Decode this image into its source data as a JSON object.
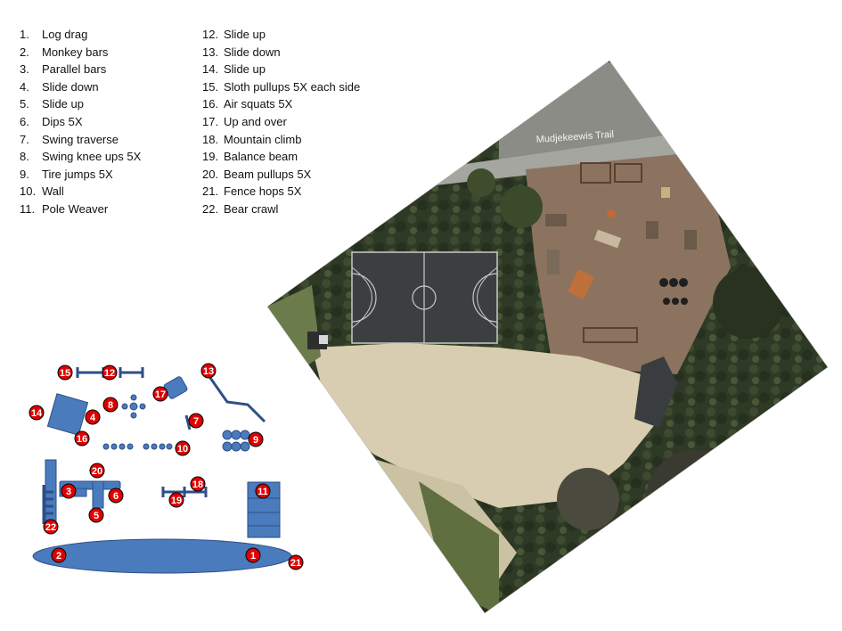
{
  "station_list": [
    {
      "num": "1.",
      "label": "Log drag"
    },
    {
      "num": "2.",
      "label": "Monkey bars"
    },
    {
      "num": "3.",
      "label": "Parallel bars"
    },
    {
      "num": "4.",
      "label": "Slide down"
    },
    {
      "num": "5.",
      "label": "Slide up"
    },
    {
      "num": "6.",
      "label": "Dips 5X"
    },
    {
      "num": "7.",
      "label": "Swing traverse"
    },
    {
      "num": "8.",
      "label": "Swing knee ups 5X"
    },
    {
      "num": "9.",
      "label": "Tire jumps 5X"
    },
    {
      "num": "10.",
      "label": "Wall"
    },
    {
      "num": "11.",
      "label": "Pole Weaver"
    },
    {
      "num": "12.",
      "label": "Slide up"
    },
    {
      "num": "13.",
      "label": "Slide down"
    },
    {
      "num": "14.",
      "label": "Slide up"
    },
    {
      "num": "15.",
      "label": "Sloth pullups 5X each side"
    },
    {
      "num": "16.",
      "label": "Air squats 5X"
    },
    {
      "num": "17.",
      "label": "Up and over"
    },
    {
      "num": "18.",
      "label": "Mountain climb"
    },
    {
      "num": "19.",
      "label": "Balance beam"
    },
    {
      "num": "20.",
      "label": "Beam pullups 5X"
    },
    {
      "num": "21.",
      "label": "Fence hops 5X"
    },
    {
      "num": "22.",
      "label": "Bear crawl"
    }
  ],
  "map": {
    "trail_label": "Mudjekeewis Trail"
  },
  "markers": [
    "15",
    "12",
    "13",
    "17",
    "4",
    "8",
    "14",
    "16",
    "9",
    "7",
    "10",
    "11",
    "20",
    "5",
    "22",
    "3",
    "6",
    "19",
    "1",
    "21",
    "18",
    "2"
  ],
  "colors": {
    "equipment": "#4a7bbd",
    "equipment_dark": "#2e4f86",
    "marker_red": "#e00000"
  }
}
